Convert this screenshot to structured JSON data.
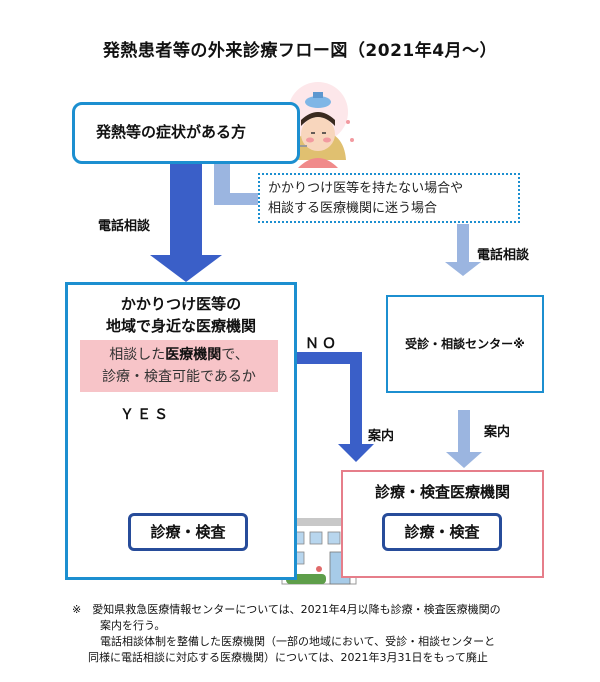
{
  "title": "発熱患者等の外来診療フロー図（2021年4月～）",
  "fever_box": {
    "label": "発熱等の症状がある方"
  },
  "note_box": {
    "line1": "かかりつけ医等を持たない場合や",
    "line2": "相談する医療機関に迷う場合"
  },
  "phone_left": "電話相談",
  "phone_right": "電話相談",
  "local_box": {
    "title_line1": "かかりつけ医等の",
    "title_line2": "地域で身近な医療機関",
    "question_pre": "相談した",
    "question_bold": "医療機関",
    "question_post": "で、",
    "question_line2": "診療・検査可能であるか",
    "yes": "ＹＥＳ",
    "result": "診療・検査"
  },
  "no_label": "ＮＯ",
  "center_box": {
    "label": "受診・相談センター※"
  },
  "guide_left": "案内",
  "guide_right": "案内",
  "testing_box": {
    "title": "診療・検査医療機関",
    "result": "診療・検査"
  },
  "footnote": {
    "line1": "※　愛知県救急医療情報センターについては、2021年4月以降も診療・検査医療機関の",
    "line2": "案内を行う。",
    "line3": "電話相談体制を整備した医療機関（一部の地域において、受診・相談センターと",
    "line4": "同様に電話相談に対応する医療機関）については、2021年3月31日をもって廃止"
  },
  "colors": {
    "blue_border": "#1c8fd0",
    "dark_arrow": "#3a5fc8",
    "light_arrow": "#9bb5e0",
    "pink_fill": "#f7c4c8",
    "red_border": "#e67e8a",
    "navy_border": "#274c9a"
  },
  "icons": [
    "sick-person-illustration",
    "clinic-building-illustration"
  ]
}
